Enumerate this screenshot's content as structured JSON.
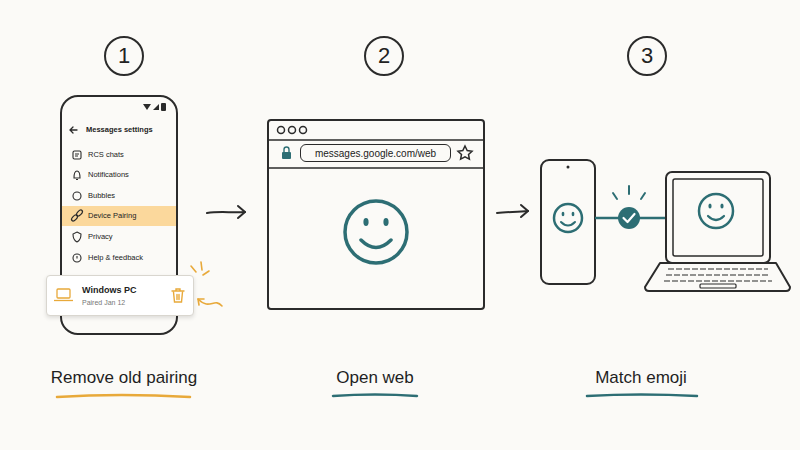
{
  "diagram": {
    "nodes": [
      {
        "text": [
          "1"
        ]
      },
      {
        "text": [
          "2"
        ]
      },
      {
        "text": [
          "3"
        ]
      },
      {
        "text": [
          "Messages settings",
          "RCS chats",
          "Notifications",
          "Bubbles",
          "Privacy",
          "Help & feedback"
        ]
      },
      {
        "text": [
          "Device Pairing"
        ],
        "in": 3
      },
      {
        "text": [
          "Windows PC",
          "Paired Jan 12"
        ]
      },
      {
        "text": [
          "messages.google.com/web"
        ]
      }
    ],
    "labels": [
      "Remove old pairing",
      "Open web",
      "Match emoji"
    ]
  }
}
